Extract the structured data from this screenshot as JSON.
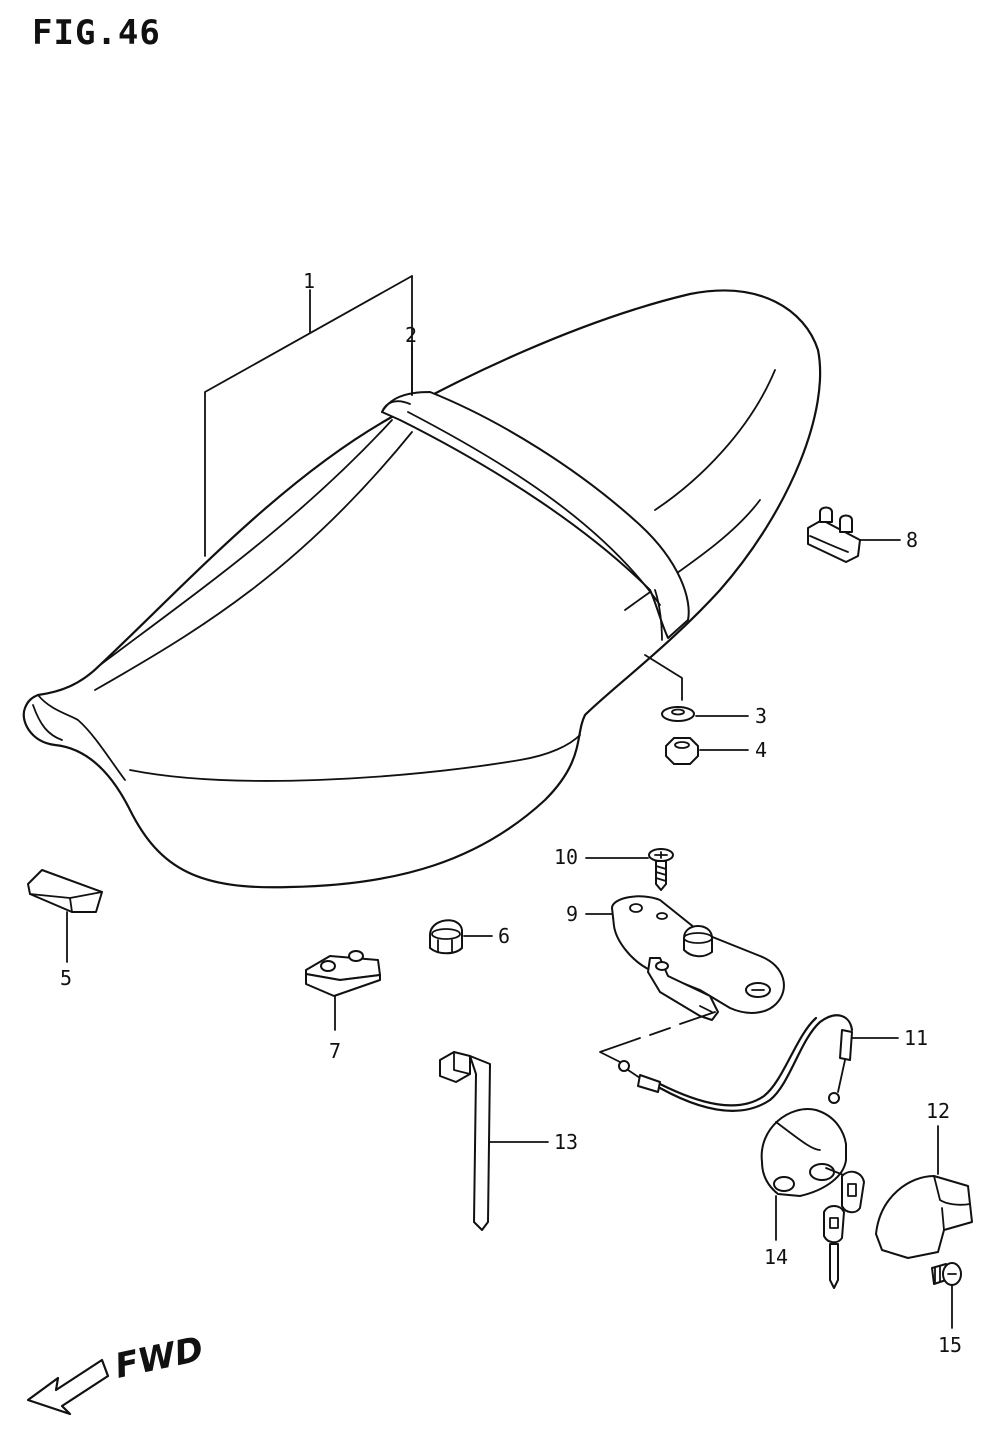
{
  "figure": {
    "title": "FIG.46"
  },
  "direction": {
    "label": "FWD"
  },
  "callouts": [
    {
      "id": "1",
      "text": "1"
    },
    {
      "id": "2",
      "text": "2"
    },
    {
      "id": "3",
      "text": "3"
    },
    {
      "id": "4",
      "text": "4"
    },
    {
      "id": "5",
      "text": "5"
    },
    {
      "id": "6",
      "text": "6"
    },
    {
      "id": "7",
      "text": "7"
    },
    {
      "id": "8",
      "text": "8"
    },
    {
      "id": "9",
      "text": "9"
    },
    {
      "id": "10",
      "text": "10"
    },
    {
      "id": "11",
      "text": "11"
    },
    {
      "id": "12",
      "text": "12"
    },
    {
      "id": "13",
      "text": "13"
    },
    {
      "id": "14",
      "text": "14"
    },
    {
      "id": "15",
      "text": "15"
    }
  ]
}
